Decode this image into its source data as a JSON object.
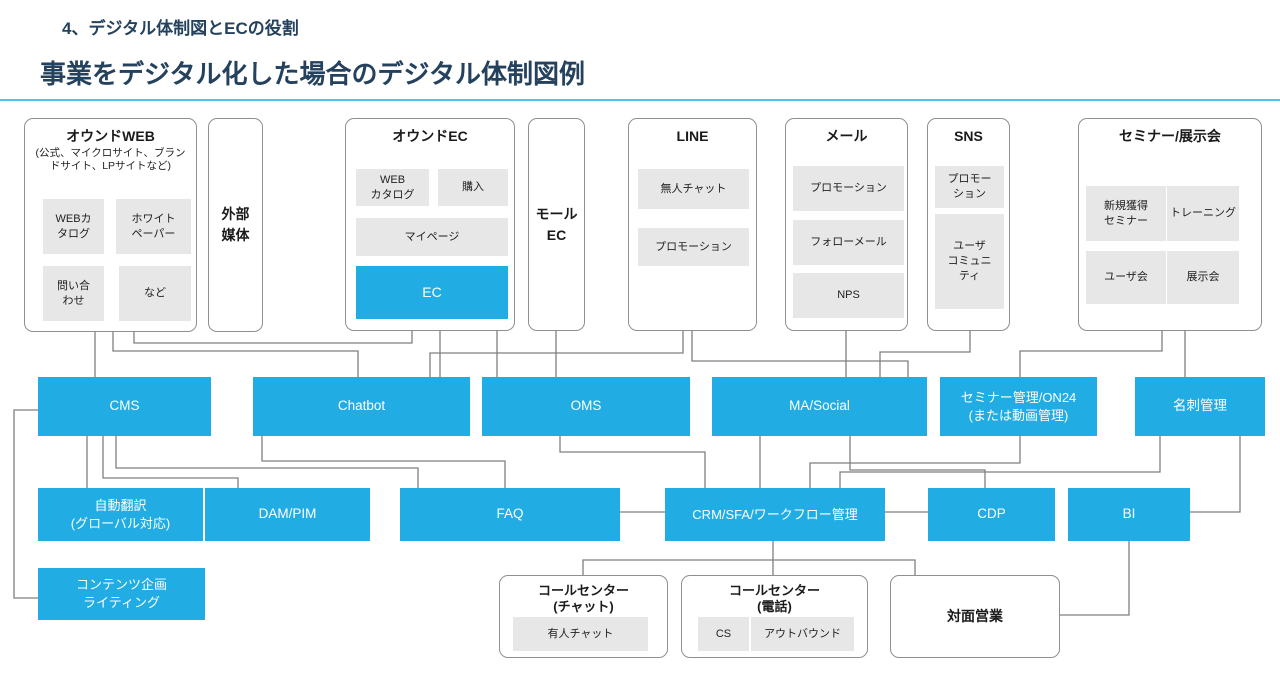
{
  "header": {
    "kicker": "4、デジタル体制図とECの役割",
    "title": "事業をデジタル化した場合のデジタル体制図例"
  },
  "colors": {
    "accent_blue": "#21ace3",
    "inner_gray": "#e7e7e7",
    "connector_gray": "#7f7f7f",
    "heading_navy": "#24425e",
    "divider_blue": "#4fc3ea"
  },
  "channels": {
    "owned_web": {
      "title": "オウンドWEB",
      "subtitle": "(公式、マイクロサイト、ブラン\nドサイト、LPサイトなど)",
      "items": [
        "WEBカ\nタログ",
        "ホワイト\nペーパー",
        "問い合\nわせ",
        "など"
      ]
    },
    "external_media": {
      "title": "外部\n媒体"
    },
    "owned_ec": {
      "title": "オウンドEC",
      "items": [
        "WEB\nカタログ",
        "購入",
        "マイページ"
      ],
      "highlight": "EC"
    },
    "mall_ec": {
      "title": "モール\nEC"
    },
    "line": {
      "title": "LINE",
      "items": [
        "無人チャット",
        "プロモーション"
      ]
    },
    "mail": {
      "title": "メール",
      "items": [
        "プロモーション",
        "フォローメール",
        "NPS"
      ]
    },
    "sns": {
      "title": "SNS",
      "items": [
        "プロモー\nション",
        "ユーザ\nコミュニ\nティ"
      ]
    },
    "seminar": {
      "title": "セミナー/展示会",
      "items": [
        "新規獲得\nセミナー",
        "トレーニング",
        "ユーザ会",
        "展示会"
      ]
    }
  },
  "systems_row1": {
    "cms": "CMS",
    "chatbot": "Chatbot",
    "oms": "OMS",
    "ma_social": "MA/Social",
    "seminar_mgmt": "セミナー管理/ON24\n(または動画管理)",
    "card_mgmt": "名刺管理"
  },
  "systems_row2": {
    "auto_translation": "自動翻訳\n(グローバル対応)",
    "dam_pim": "DAM/PIM",
    "faq": "FAQ",
    "crm": "CRM/SFA/ワークフロー管理",
    "cdp": "CDP",
    "bi": "BI"
  },
  "bottom": {
    "content_planning": "コンテンツ企画\nライティング",
    "cc_chat": {
      "title": "コールセンター\n(チャット)",
      "items": [
        "有人チャット"
      ]
    },
    "cc_phone": {
      "title": "コールセンター\n(電話)",
      "items": [
        "CS",
        "アウトバウンド"
      ]
    },
    "field_sales": "対面営業"
  }
}
